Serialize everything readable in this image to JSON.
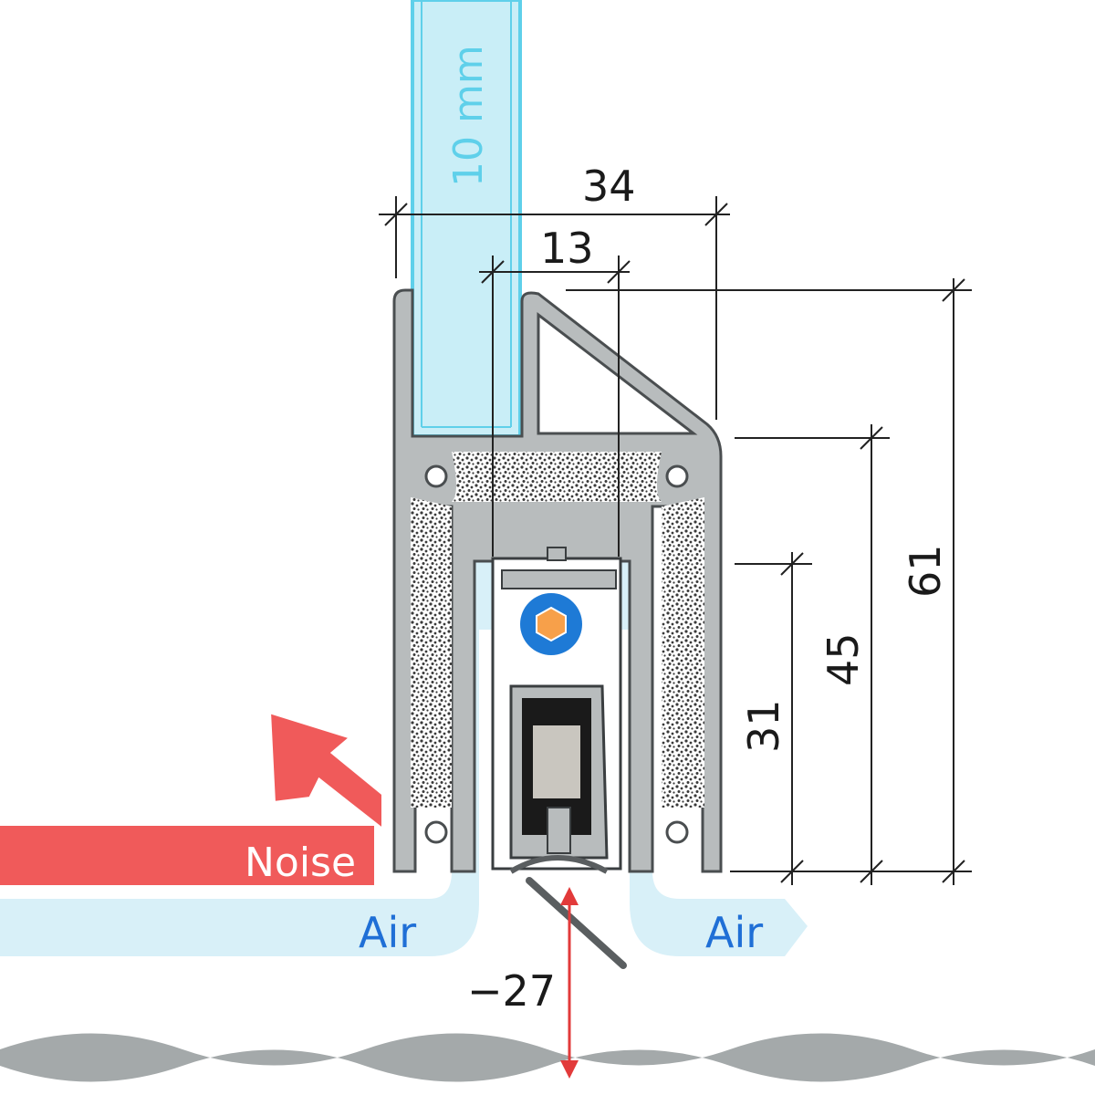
{
  "glass": {
    "thickness_label": "10 mm"
  },
  "dimensions": {
    "width_total": "34",
    "width_inner": "13",
    "height_total": "61",
    "height_mid": "45",
    "height_low": "31",
    "drop": "−27"
  },
  "labels": {
    "noise": "Noise",
    "air_left": "Air",
    "air_right": "Air"
  },
  "colors": {
    "glass_fill": "#c9eef7",
    "glass_stroke": "#5fd0ea",
    "profile_fill": "#b8bcbd",
    "profile_stroke": "#4a4e50",
    "foam_fill": "#ffffff",
    "foam_dot": "#3a3a3a",
    "air_fill": "#d8f0f8",
    "air_text": "#1f6fd6",
    "noise_fill": "#f05a5a",
    "mechanism_blue": "#1e7ad6",
    "mechanism_orange": "#f7a04a",
    "seal_fill": "#c9c6bf",
    "floor_fill": "#a4a9aa",
    "measure_line": "#222222",
    "drop_arrow": "#e23a3a"
  }
}
